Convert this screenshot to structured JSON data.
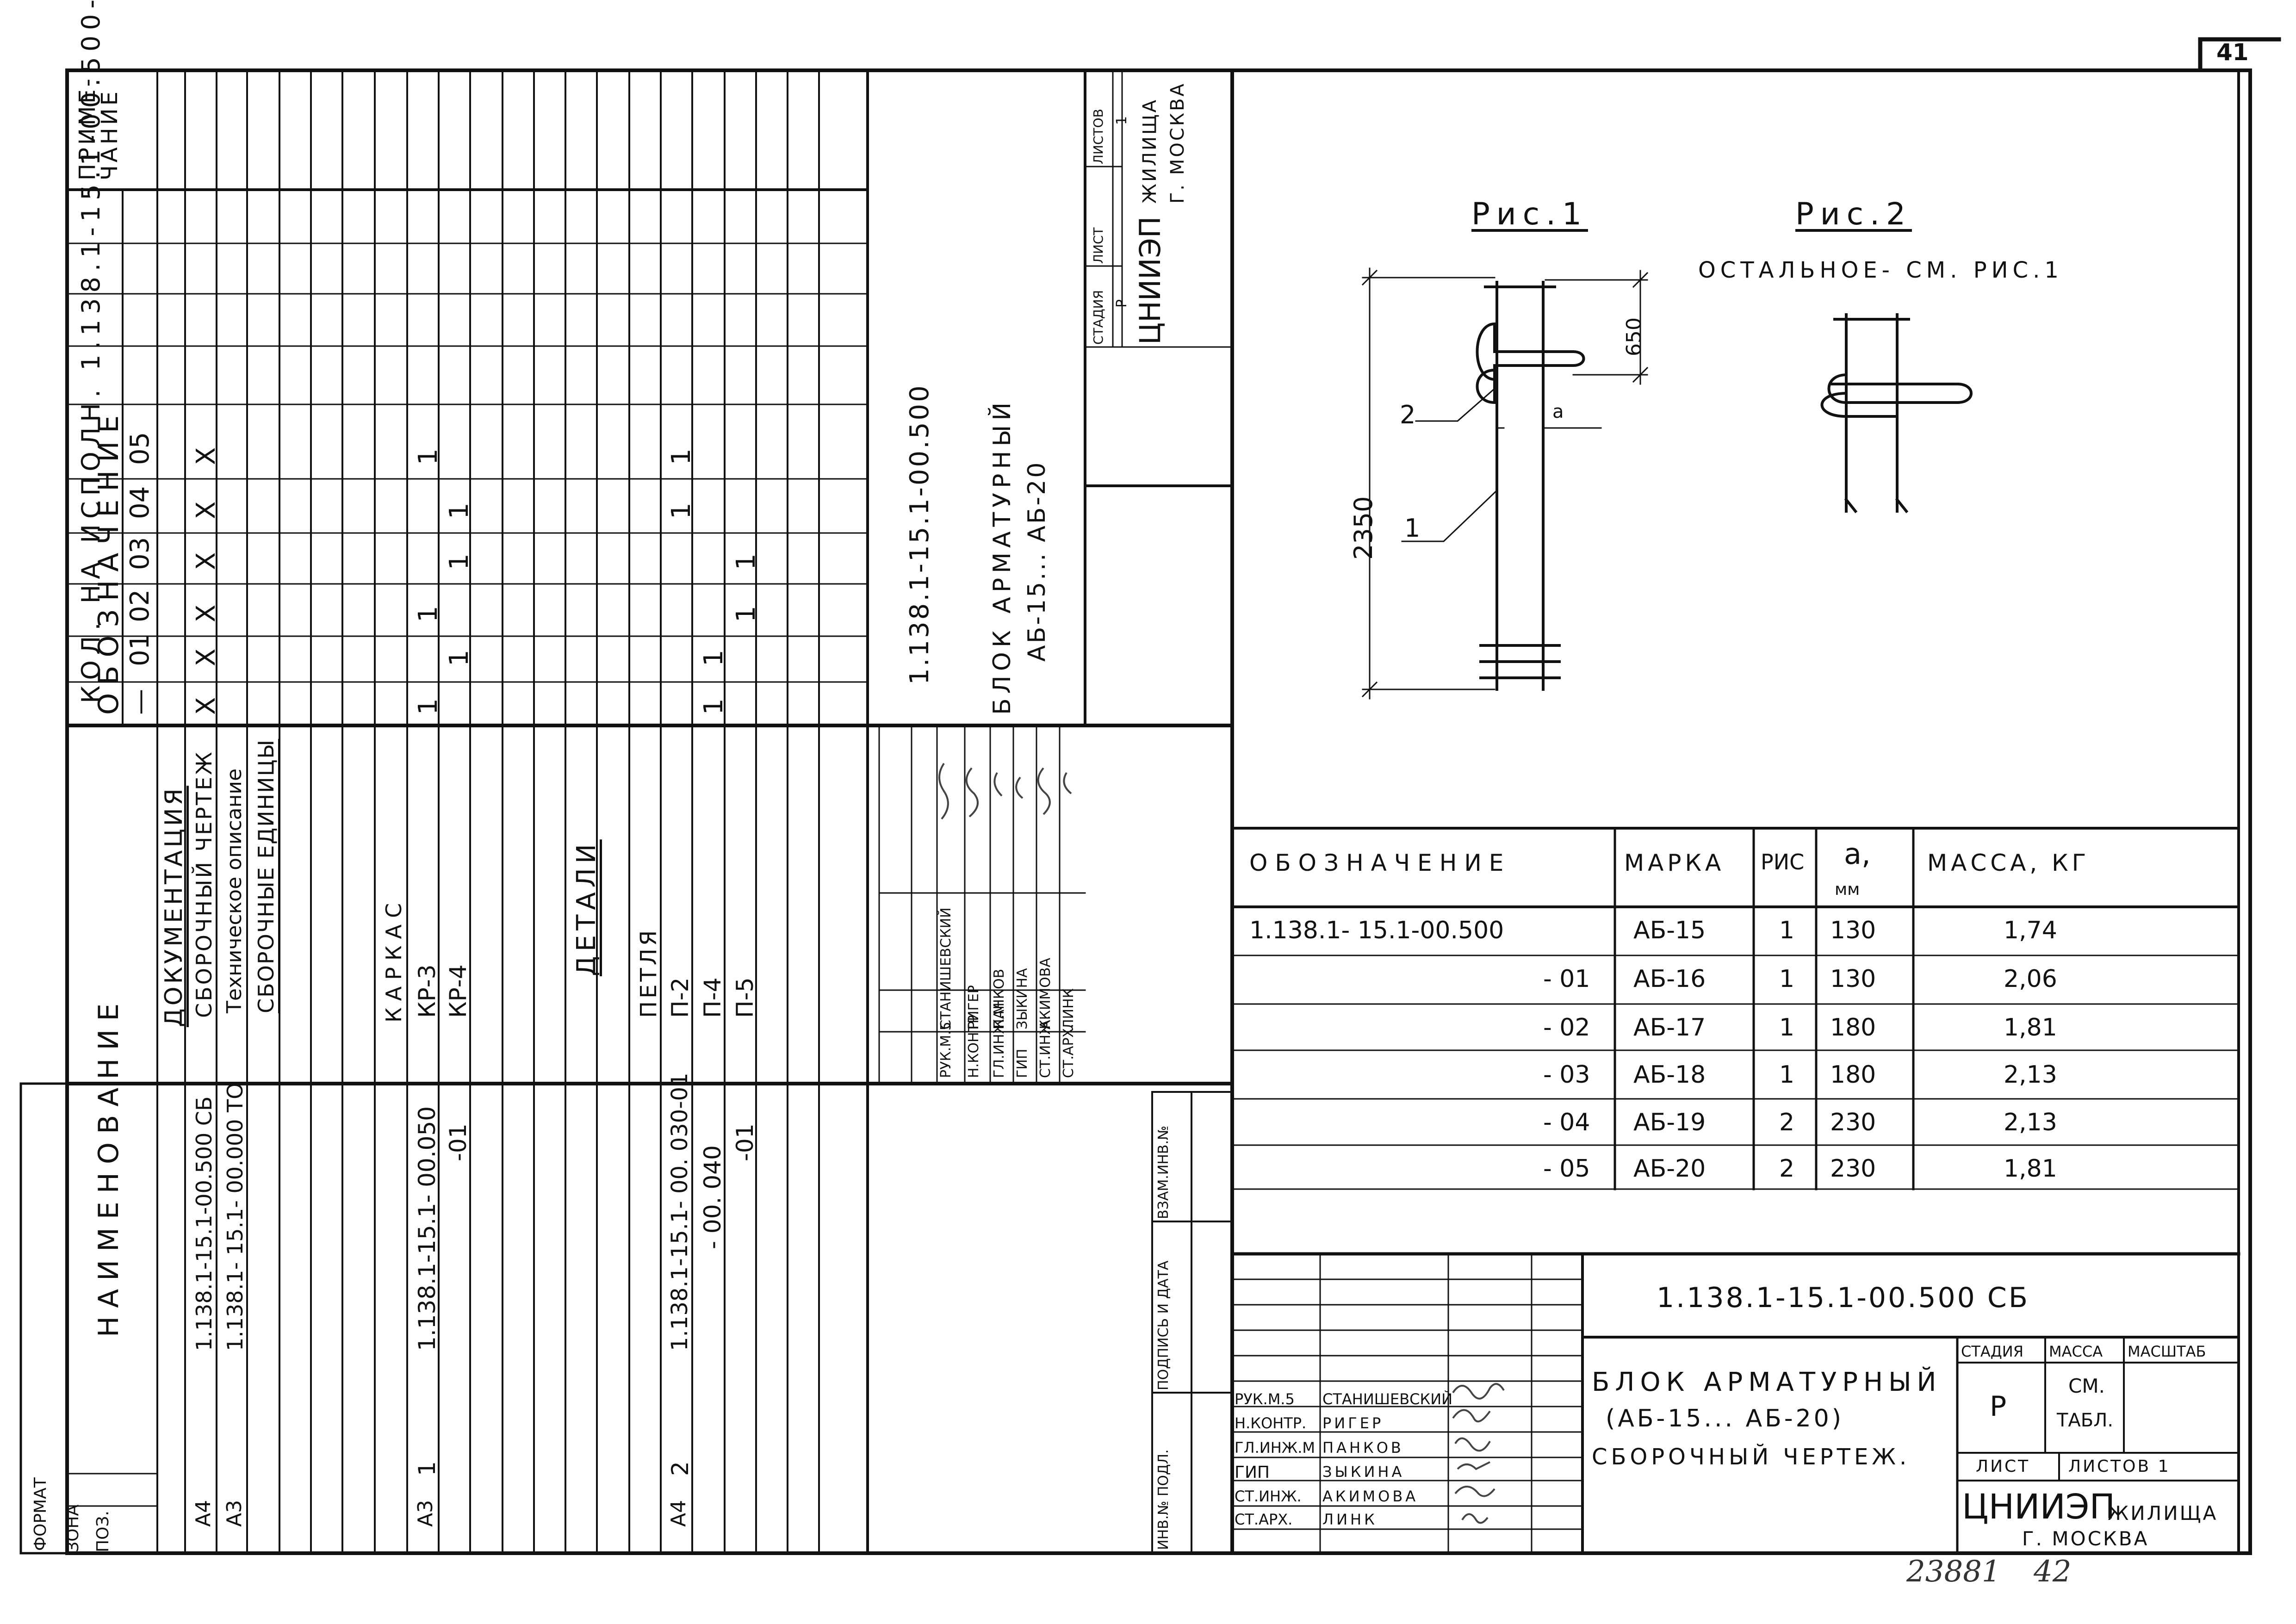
{
  "sheet": {
    "corner_number": "41",
    "archive_number": "23881",
    "archive_sheet": "42"
  },
  "spec": {
    "group_header": "КОЛ. НА ИСПОЛН. 1.138.1-15.1-00.500-",
    "note_header": "ПРИМЕ-ЧАНИЕ",
    "name_header": "НАИМЕНОВАНИЕ",
    "code_header": "ОБОЗНАЧЕНИЕ",
    "format_label": "ФОРМАТ",
    "zone_label": "ЗОНА",
    "pos_label": "ПОЗ.",
    "variant_cols": [
      "—",
      "01",
      "02",
      "03",
      "04",
      "05"
    ],
    "rows": [
      {
        "format": "",
        "pos": "",
        "code": "",
        "name": "ДОКУМЕНТАЦИЯ",
        "q": [
          "",
          "",
          "",
          "",
          "",
          ""
        ]
      },
      {
        "format": "А4",
        "pos": "",
        "code": "1.138.1-15.1-00.500 СБ",
        "name": "СБОРОЧНЫЙ ЧЕРТЕЖ",
        "q": [
          "X",
          "X",
          "X",
          "X",
          "X",
          "X"
        ]
      },
      {
        "format": "А3",
        "pos": "",
        "code": "1.138.1- 15.1- 00.000 ТО",
        "name": "Техническое описание",
        "q": [
          "",
          "",
          "",
          "",
          "",
          ""
        ]
      },
      {
        "format": "",
        "pos": "",
        "code": "",
        "name": "СБОРОЧНЫЕ ЕДИНИЦЫ",
        "q": [
          "",
          "",
          "",
          "",
          "",
          ""
        ]
      },
      {
        "format": "",
        "pos": "",
        "code": "",
        "name": "",
        "q": [
          "",
          "",
          "",
          "",
          "",
          ""
        ]
      },
      {
        "format": "",
        "pos": "",
        "code": "",
        "name": "КАРКАС",
        "q": [
          "",
          "",
          "",
          "",
          "",
          ""
        ]
      },
      {
        "format": "А3",
        "pos": "1",
        "code": "1.138.1-15.1- 00.050",
        "name": "КР-3",
        "q": [
          "1",
          "",
          "1",
          "",
          "",
          "1"
        ]
      },
      {
        "format": "",
        "pos": "",
        "code": "-01",
        "name": "КР-4",
        "q": [
          "",
          "1",
          "",
          "1",
          "1",
          ""
        ]
      },
      {
        "format": "",
        "pos": "",
        "code": "",
        "name": "",
        "q": [
          "",
          "",
          "",
          "",
          "",
          ""
        ]
      },
      {
        "format": "",
        "pos": "",
        "code": "",
        "name": "ДЕТАЛИ",
        "q": [
          "",
          "",
          "",
          "",
          "",
          ""
        ]
      },
      {
        "format": "",
        "pos": "",
        "code": "",
        "name": "",
        "q": [
          "",
          "",
          "",
          "",
          "",
          ""
        ]
      },
      {
        "format": "",
        "pos": "",
        "code": "",
        "name": "ПЕТЛЯ",
        "q": [
          "",
          "",
          "",
          "",
          "",
          ""
        ]
      },
      {
        "format": "А4",
        "pos": "2",
        "code": "1.138.1-15.1- 00. 030-01",
        "name": "П-2",
        "q": [
          "",
          "",
          "",
          "",
          "1",
          "1"
        ]
      },
      {
        "format": "",
        "pos": "",
        "code": "- 00. 040",
        "name": "П-4",
        "q": [
          "1",
          "1",
          "",
          "",
          "",
          ""
        ]
      },
      {
        "format": "",
        "pos": "",
        "code": "-01",
        "name": "П-5",
        "q": [
          "",
          "",
          "1",
          "1",
          "",
          ""
        ]
      },
      {
        "format": "",
        "pos": "",
        "code": "",
        "name": "",
        "q": [
          "",
          "",
          "",
          "",
          "",
          ""
        ]
      },
      {
        "format": "",
        "pos": "",
        "code": "",
        "name": "",
        "q": [
          "",
          "",
          "",
          "",
          "",
          ""
        ]
      },
      {
        "format": "",
        "pos": "",
        "code": "",
        "name": "",
        "q": [
          "",
          "",
          "",
          "",
          "",
          ""
        ]
      }
    ]
  },
  "spec_stamp": {
    "code": "1.138.1-15.1-00.500",
    "title_line1": "БЛОК АРМАТУРНЫЙ",
    "title_line2": "АБ-15... АБ-20",
    "stage_header": "СТАДИЯ",
    "sheet_header": "ЛИСТ",
    "sheets_header": "ЛИСТОВ",
    "stage": "Р",
    "sheets": "1",
    "org_main": "ЦНИИЭП",
    "org_suffix": "ЖИЛИЩА",
    "city": "Г. МОСКВА",
    "people": [
      {
        "role": "РУК.М.5",
        "name": "СТАНИШЕВСКИЙ"
      },
      {
        "role": "Н.КОНТР.",
        "name": "РИГЕР"
      },
      {
        "role": "ГЛ.ИНЖ.М",
        "name": "ПАНКОВ"
      },
      {
        "role": "ГИП",
        "name": "ЗЫКИНА"
      },
      {
        "role": "СТ.ИНЖ.",
        "name": "АКИМОВА"
      },
      {
        "role": "СТ.АРХ.",
        "name": "ЛИНК"
      }
    ]
  },
  "side_strip": [
    "ИНВ.№ ПОДЛ.",
    "ПОДПИСЬ И ДАТА",
    "ВЗАМ.ИНВ.№"
  ],
  "figures": {
    "fig1_title": "Рис.1",
    "fig2_title": "Рис.2",
    "fig2_note": "ОСТАЛЬНОЕ- СМ. РИС.1",
    "dim_650": "650",
    "dim_2350": "2350",
    "dim_a": "а",
    "callout_1": "1",
    "callout_2": "2"
  },
  "variant_table": {
    "headers": [
      "ОБОЗНАЧЕНИЕ",
      "МАРКА",
      "РИС",
      "а,",
      "МАССА, КГ"
    ],
    "unit": "мм",
    "rows": [
      [
        "1.138.1- 15.1-00.500",
        "АБ-15",
        "1",
        "130",
        "1,74"
      ],
      [
        "- 01",
        "АБ-16",
        "1",
        "130",
        "2,06"
      ],
      [
        "- 02",
        "АБ-17",
        "1",
        "180",
        "1,81"
      ],
      [
        "- 03",
        "АБ-18",
        "1",
        "180",
        "2,13"
      ],
      [
        "- 04",
        "АБ-19",
        "2",
        "230",
        "2,13"
      ],
      [
        "- 05",
        "АБ-20",
        "2",
        "230",
        "1,81"
      ]
    ]
  },
  "main_stamp": {
    "code": "1.138.1-15.1-00.500 СБ",
    "title_line1": "БЛОК АРМАТУРНЫЙ",
    "title_line2": "(АБ-15... АБ-20)",
    "title_line3": "СБОРОЧНЫЙ ЧЕРТЕЖ.",
    "stage_header": "СТАДИЯ",
    "mass_header": "МАССА",
    "scale_header": "МАСШТАБ",
    "stage": "Р",
    "mass_line1": "СМ.",
    "mass_line2": "ТАБЛ.",
    "sheet_header": "ЛИСТ",
    "sheets_header": "ЛИСТОВ 1",
    "org_main": "ЦНИИЭП",
    "org_suffix": "ЖИЛИЩА",
    "city": "Г. МОСКВА",
    "people": [
      {
        "role": "РУК.М.5",
        "name": "СТАНИШЕВСКИЙ"
      },
      {
        "role": "Н.КОНТР.",
        "name": "РИГЕР"
      },
      {
        "role": "ГЛ.ИНЖ.М",
        "name": "ПАНКОВ"
      },
      {
        "role": "ГИП",
        "name": "ЗЫКИНА"
      },
      {
        "role": "СТ.ИНЖ.",
        "name": "АКИМОВА"
      },
      {
        "role": "СТ.АРХ.",
        "name": "ЛИНК"
      }
    ]
  }
}
